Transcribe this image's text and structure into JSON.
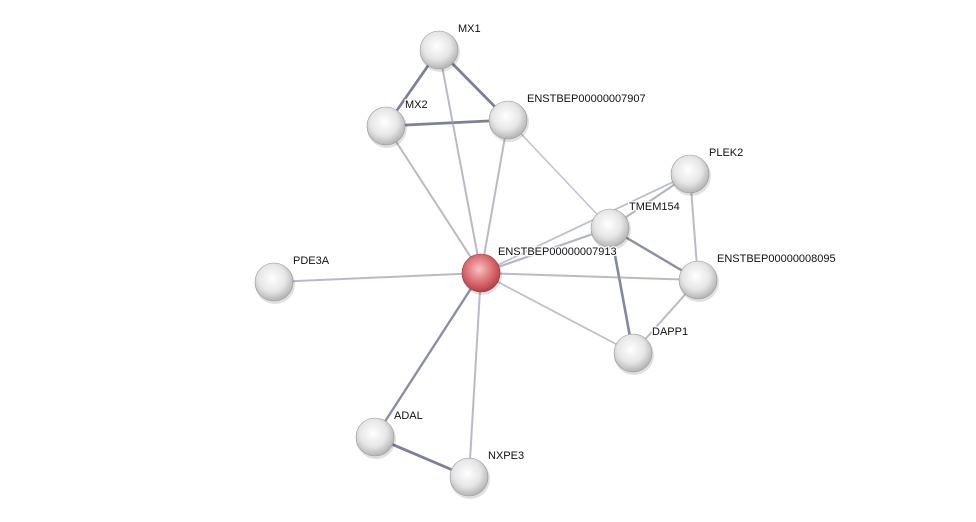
{
  "network": {
    "colors": {
      "node": "#e8e8e8",
      "query_node": "#d9686d",
      "edge": "#9a9db3",
      "edge_strong": "#6f7290"
    },
    "nodes": [
      {
        "id": "MX1",
        "label": "MX1",
        "query": false
      },
      {
        "id": "MX2",
        "label": "MX2",
        "query": false
      },
      {
        "id": "ENSTBEP00000007907",
        "label": "ENSTBEP00000007907",
        "query": false
      },
      {
        "id": "PLEK2",
        "label": "PLEK2",
        "query": false
      },
      {
        "id": "TMEM154",
        "label": "TMEM154",
        "query": false
      },
      {
        "id": "ENSTBEP00000007913",
        "label": "ENSTBEP00000007913",
        "query": true
      },
      {
        "id": "PDE3A",
        "label": "PDE3A",
        "query": false
      },
      {
        "id": "ENSTBEP00000008095",
        "label": "ENSTBEP00000008095",
        "query": false
      },
      {
        "id": "DAPP1",
        "label": "DAPP1",
        "query": false
      },
      {
        "id": "ADAL",
        "label": "ADAL",
        "query": false
      },
      {
        "id": "NXPE3",
        "label": "NXPE3",
        "query": false
      }
    ],
    "edges": [
      {
        "source": "MX1",
        "target": "MX2",
        "strength": 0.9
      },
      {
        "source": "MX1",
        "target": "ENSTBEP00000007907",
        "strength": 0.9
      },
      {
        "source": "MX2",
        "target": "ENSTBEP00000007907",
        "strength": 0.9
      },
      {
        "source": "MX1",
        "target": "ENSTBEP00000007913",
        "strength": 0.5
      },
      {
        "source": "MX2",
        "target": "ENSTBEP00000007913",
        "strength": 0.5
      },
      {
        "source": "ENSTBEP00000007907",
        "target": "ENSTBEP00000007913",
        "strength": 0.5
      },
      {
        "source": "ENSTBEP00000007907",
        "target": "TMEM154",
        "strength": 0.3
      },
      {
        "source": "PLEK2",
        "target": "TMEM154",
        "strength": 0.6
      },
      {
        "source": "PLEK2",
        "target": "ENSTBEP00000007913",
        "strength": 0.4
      },
      {
        "source": "PLEK2",
        "target": "ENSTBEP00000008095",
        "strength": 0.5
      },
      {
        "source": "TMEM154",
        "target": "ENSTBEP00000007913",
        "strength": 0.6
      },
      {
        "source": "TMEM154",
        "target": "ENSTBEP00000008095",
        "strength": 0.7
      },
      {
        "source": "TMEM154",
        "target": "DAPP1",
        "strength": 0.8
      },
      {
        "source": "ENSTBEP00000007913",
        "target": "ENSTBEP00000008095",
        "strength": 0.5
      },
      {
        "source": "ENSTBEP00000007913",
        "target": "DAPP1",
        "strength": 0.4
      },
      {
        "source": "DAPP1",
        "target": "ENSTBEP00000008095",
        "strength": 0.5
      },
      {
        "source": "ENSTBEP00000007913",
        "target": "PDE3A",
        "strength": 0.5
      },
      {
        "source": "ENSTBEP00000007913",
        "target": "ADAL",
        "strength": 0.7
      },
      {
        "source": "ENSTBEP00000007913",
        "target": "NXPE3",
        "strength": 0.5
      },
      {
        "source": "ADAL",
        "target": "NXPE3",
        "strength": 0.9
      }
    ]
  }
}
